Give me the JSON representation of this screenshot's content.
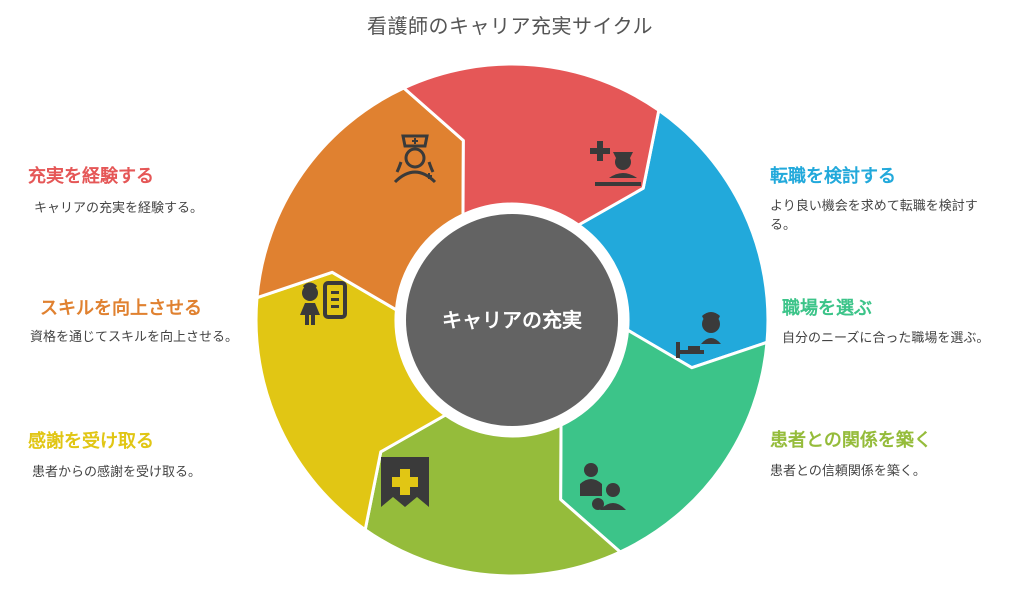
{
  "title": "看護師のキャリア充実サイクル",
  "center": {
    "label": "キャリアの充実",
    "color": "#636363"
  },
  "steps": [
    {
      "title": "転職を検討する",
      "desc": "より良い機会を求めて転職を検討する。",
      "color": "#22a9db",
      "icon": "nurse-bed-icon"
    },
    {
      "title": "職場を選ぶ",
      "desc": "自分のニーズに合った職場を選ぶ。",
      "color": "#3cc489",
      "icon": "patient-bed-icon"
    },
    {
      "title": "患者との関係を築く",
      "desc": "患者との信頼関係を築く。",
      "color": "#95bc3b",
      "icon": "people-icon"
    },
    {
      "title": "感謝を受け取る",
      "desc": "患者からの感謝を受け取る。",
      "color": "#e1c614",
      "icon": "medical-bookmark-icon"
    },
    {
      "title": "スキルを向上させる",
      "desc": "資格を通じてスキルを向上させる。",
      "color": "#e08130",
      "icon": "nurse-chart-icon"
    },
    {
      "title": "充実を経験する",
      "desc": "キャリアの充実を経験する。",
      "color": "#e55757",
      "icon": "nurse-icon"
    }
  ]
}
